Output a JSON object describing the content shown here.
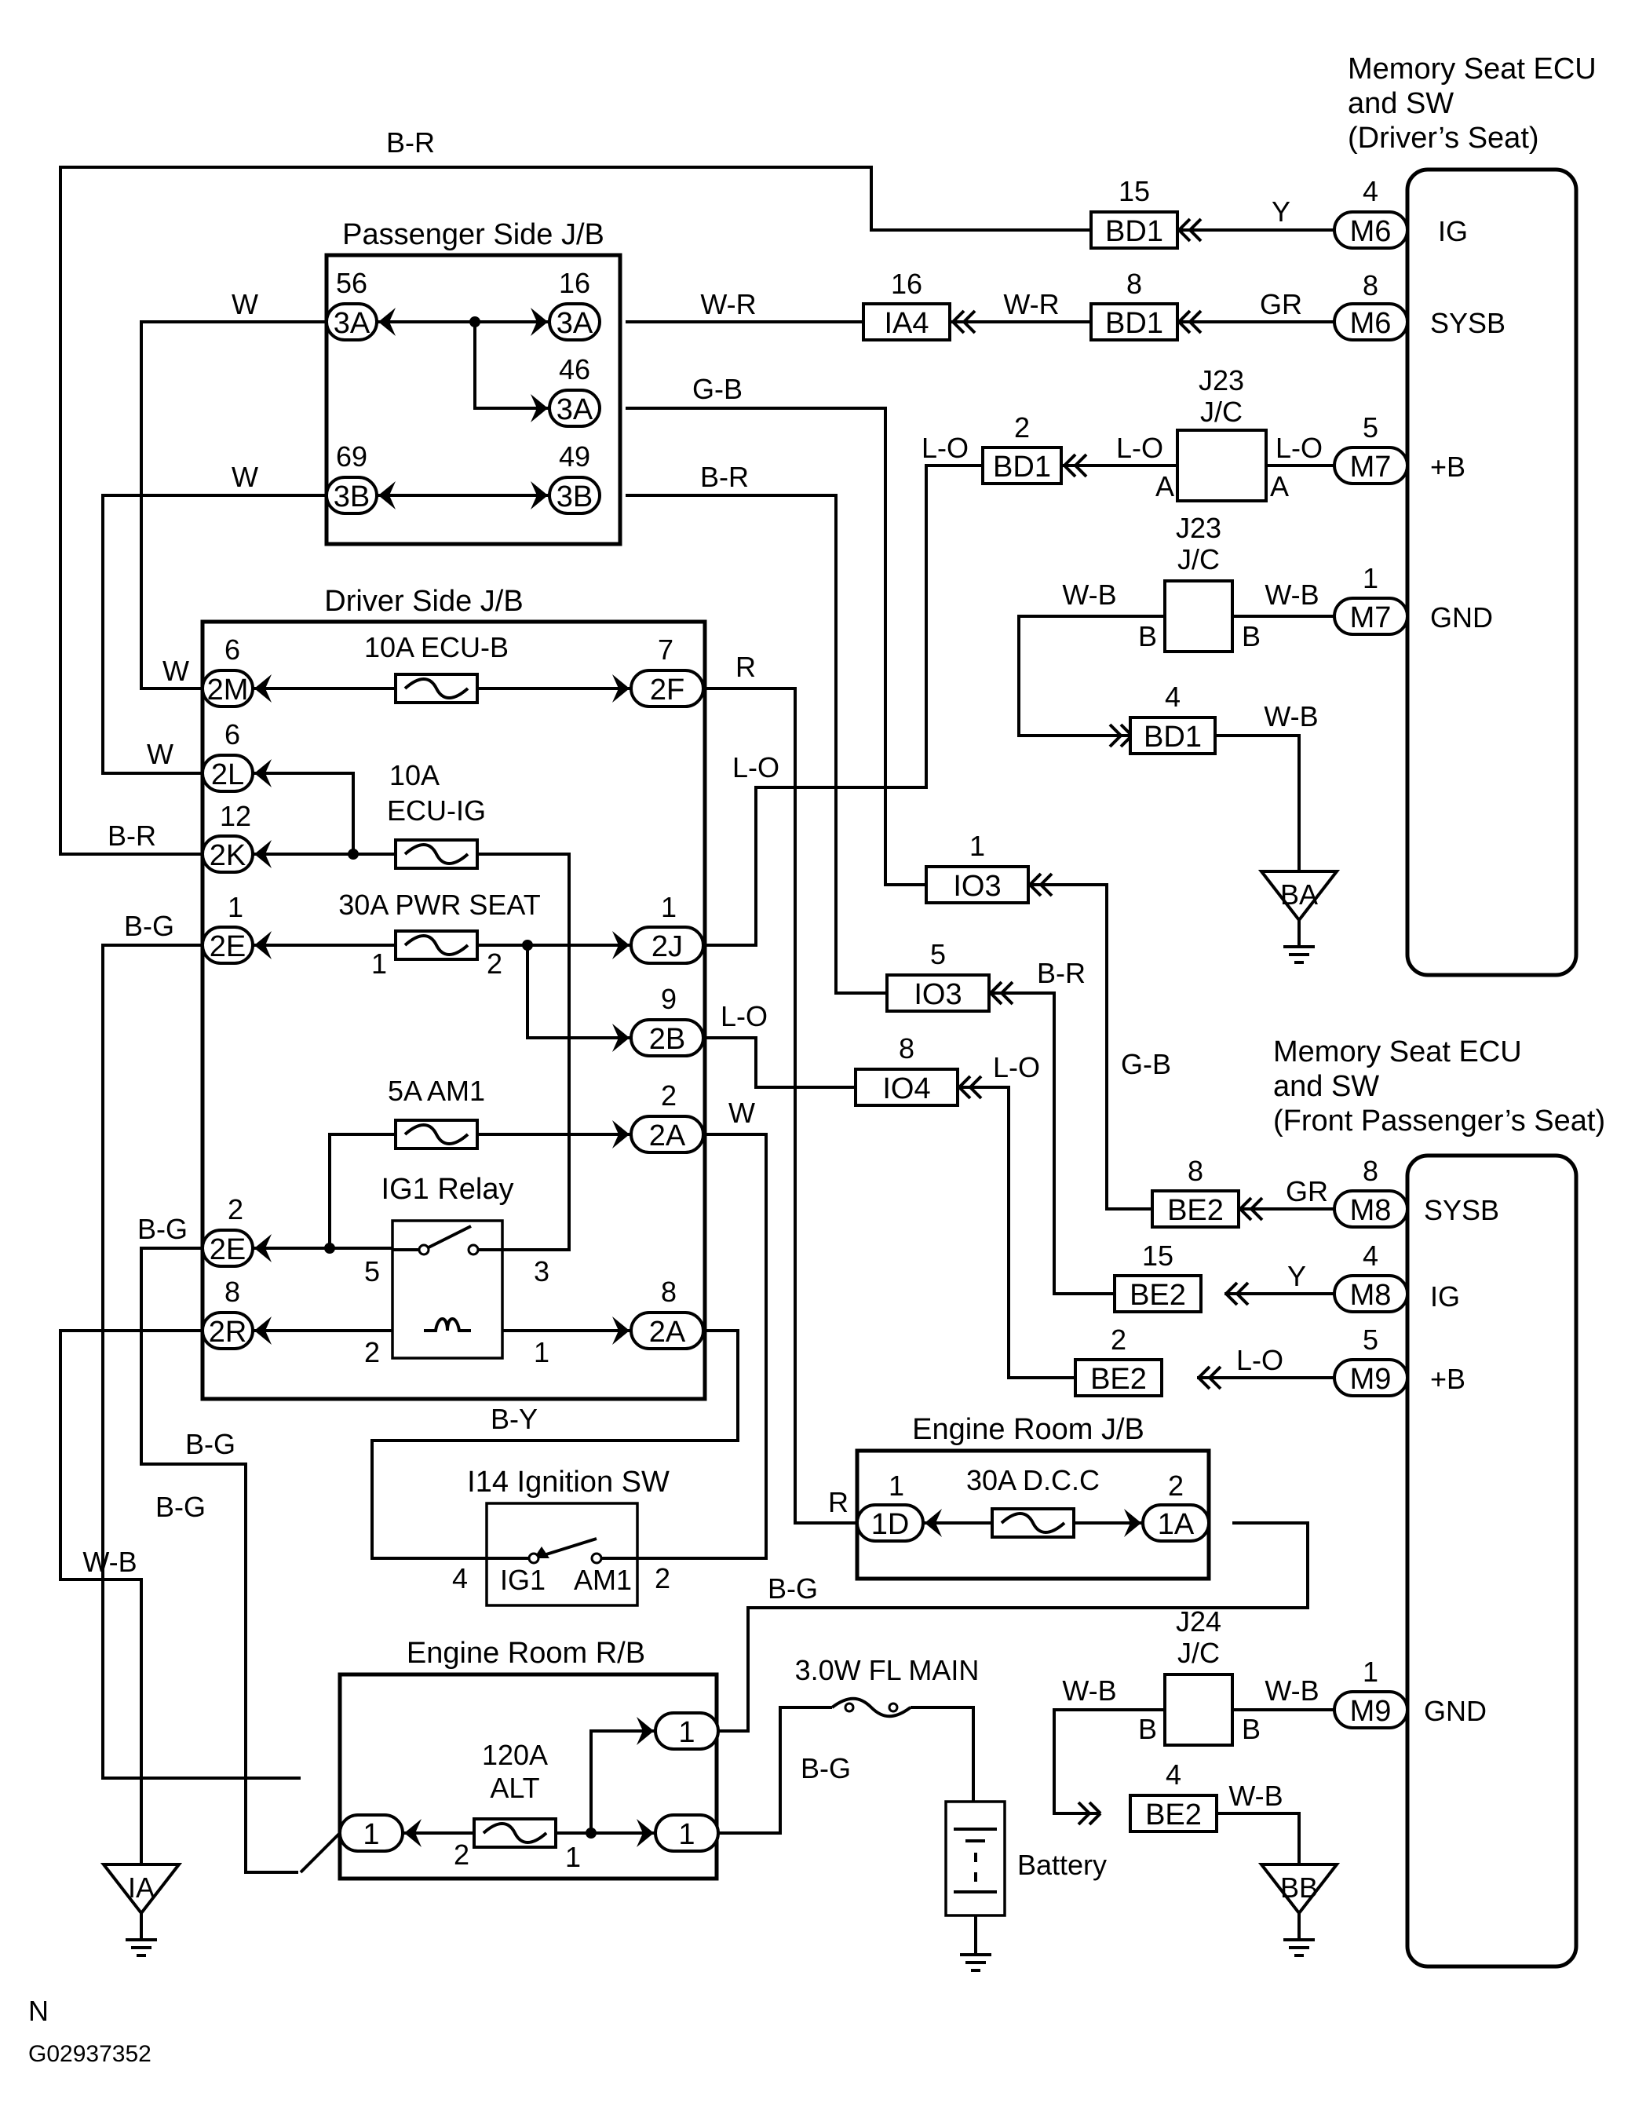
{
  "colors": {
    "line": "#000000",
    "background": "#ffffff"
  },
  "ecu_driver": {
    "title_1": "Memory Seat ECU",
    "title_2": "and SW",
    "title_3": "(Driver’s Seat)",
    "pins": [
      {
        "num": "4",
        "conn": "M6",
        "sig": "IG"
      },
      {
        "num": "8",
        "conn": "M6",
        "sig": "SYSB"
      },
      {
        "num": "5",
        "conn": "M7",
        "sig": "+B"
      },
      {
        "num": "1",
        "conn": "M7",
        "sig": "GND"
      }
    ]
  },
  "ecu_passenger": {
    "title_1": "Memory Seat ECU",
    "title_2": "and SW",
    "title_3": "(Front Passenger’s Seat)",
    "pins": [
      {
        "num": "8",
        "conn": "M8",
        "sig": "SYSB"
      },
      {
        "num": "4",
        "conn": "M8",
        "sig": "IG"
      },
      {
        "num": "5",
        "conn": "M9",
        "sig": "+B"
      },
      {
        "num": "1",
        "conn": "M9",
        "sig": "GND"
      }
    ]
  },
  "passenger_jb": {
    "title": "Passenger Side J/B",
    "terminals": [
      {
        "num": "56",
        "code": "3A"
      },
      {
        "num": "16",
        "code": "3A"
      },
      {
        "num": "46",
        "code": "3A"
      },
      {
        "num": "69",
        "code": "3B"
      },
      {
        "num": "49",
        "code": "3B"
      }
    ]
  },
  "driver_jb": {
    "title": "Driver Side J/B",
    "terminals": [
      {
        "num": "6",
        "code": "2M"
      },
      {
        "num": "6",
        "code": "2L"
      },
      {
        "num": "12",
        "code": "2K"
      },
      {
        "num": "1",
        "code": "2E"
      },
      {
        "num": "2",
        "code": "2E"
      },
      {
        "num": "8",
        "code": "2R"
      },
      {
        "num": "7",
        "code": "2F"
      },
      {
        "num": "1",
        "code": "2J"
      },
      {
        "num": "9",
        "code": "2B"
      },
      {
        "num": "2",
        "code": "2A"
      },
      {
        "num": "8",
        "code": "2A"
      }
    ],
    "fuse_ecu_b": "10A  ECU-B",
    "fuse_ecu_ig_1": "10A",
    "fuse_ecu_ig_2": "ECU-IG",
    "fuse_pwr_seat": "30A PWR SEAT",
    "fuse_am1": "5A AM1",
    "relay": "IG1 Relay",
    "pin_1": "1",
    "pin_2": "2",
    "pin_3": "3",
    "pin_5": "5"
  },
  "connectors": [
    {
      "num": "15",
      "code": "BD1"
    },
    {
      "num": "16",
      "code": "IA4"
    },
    {
      "num": "8",
      "code": "BD1"
    },
    {
      "num": "2",
      "code": "BD1"
    },
    {
      "num": "4",
      "code": "BD1"
    },
    {
      "num": "1",
      "code": "IO3"
    },
    {
      "num": "5",
      "code": "IO3"
    },
    {
      "num": "8",
      "code": "IO4"
    },
    {
      "num": "8",
      "code": "BE2"
    },
    {
      "num": "15",
      "code": "BE2"
    },
    {
      "num": "2",
      "code": "BE2"
    },
    {
      "num": "4",
      "code": "BE2"
    }
  ],
  "jc": [
    {
      "name_1": "J23",
      "name_2": "J/C",
      "pin": "A"
    },
    {
      "name_1": "J23",
      "name_2": "J/C",
      "pin": "B"
    },
    {
      "name_1": "J24",
      "name_2": "J/C",
      "pin": "B"
    }
  ],
  "grounds": [
    "BA",
    "BB",
    "IA"
  ],
  "wire_labels": {
    "b_r": "B-R",
    "w": "W",
    "w_r": "W-R",
    "gr": "GR",
    "y": "Y",
    "g_b": "G-B",
    "l_o": "L-O",
    "w_b": "W-B",
    "r": "R",
    "b_g": "B-G",
    "b_y": "B-Y"
  },
  "ignition_sw": {
    "title": "I14 Ignition SW",
    "ig1": "IG1",
    "am1": "AM1",
    "pin_4": "4",
    "pin_2": "2"
  },
  "engine_room_jb": {
    "title": "Engine Room J/B",
    "fuse": "30A D.C.C",
    "t1_num": "1",
    "t1": "1D",
    "t2_num": "2",
    "t2": "1A"
  },
  "engine_room_rb": {
    "title": "Engine Room R/B",
    "fuse_1": "120A",
    "fuse_2": "ALT",
    "t": "1",
    "pin_1": "1",
    "pin_2": "2"
  },
  "fl_main": "3.0W FL MAIN",
  "battery": "Battery",
  "footer": {
    "letter": "N",
    "code": "G02937352"
  }
}
